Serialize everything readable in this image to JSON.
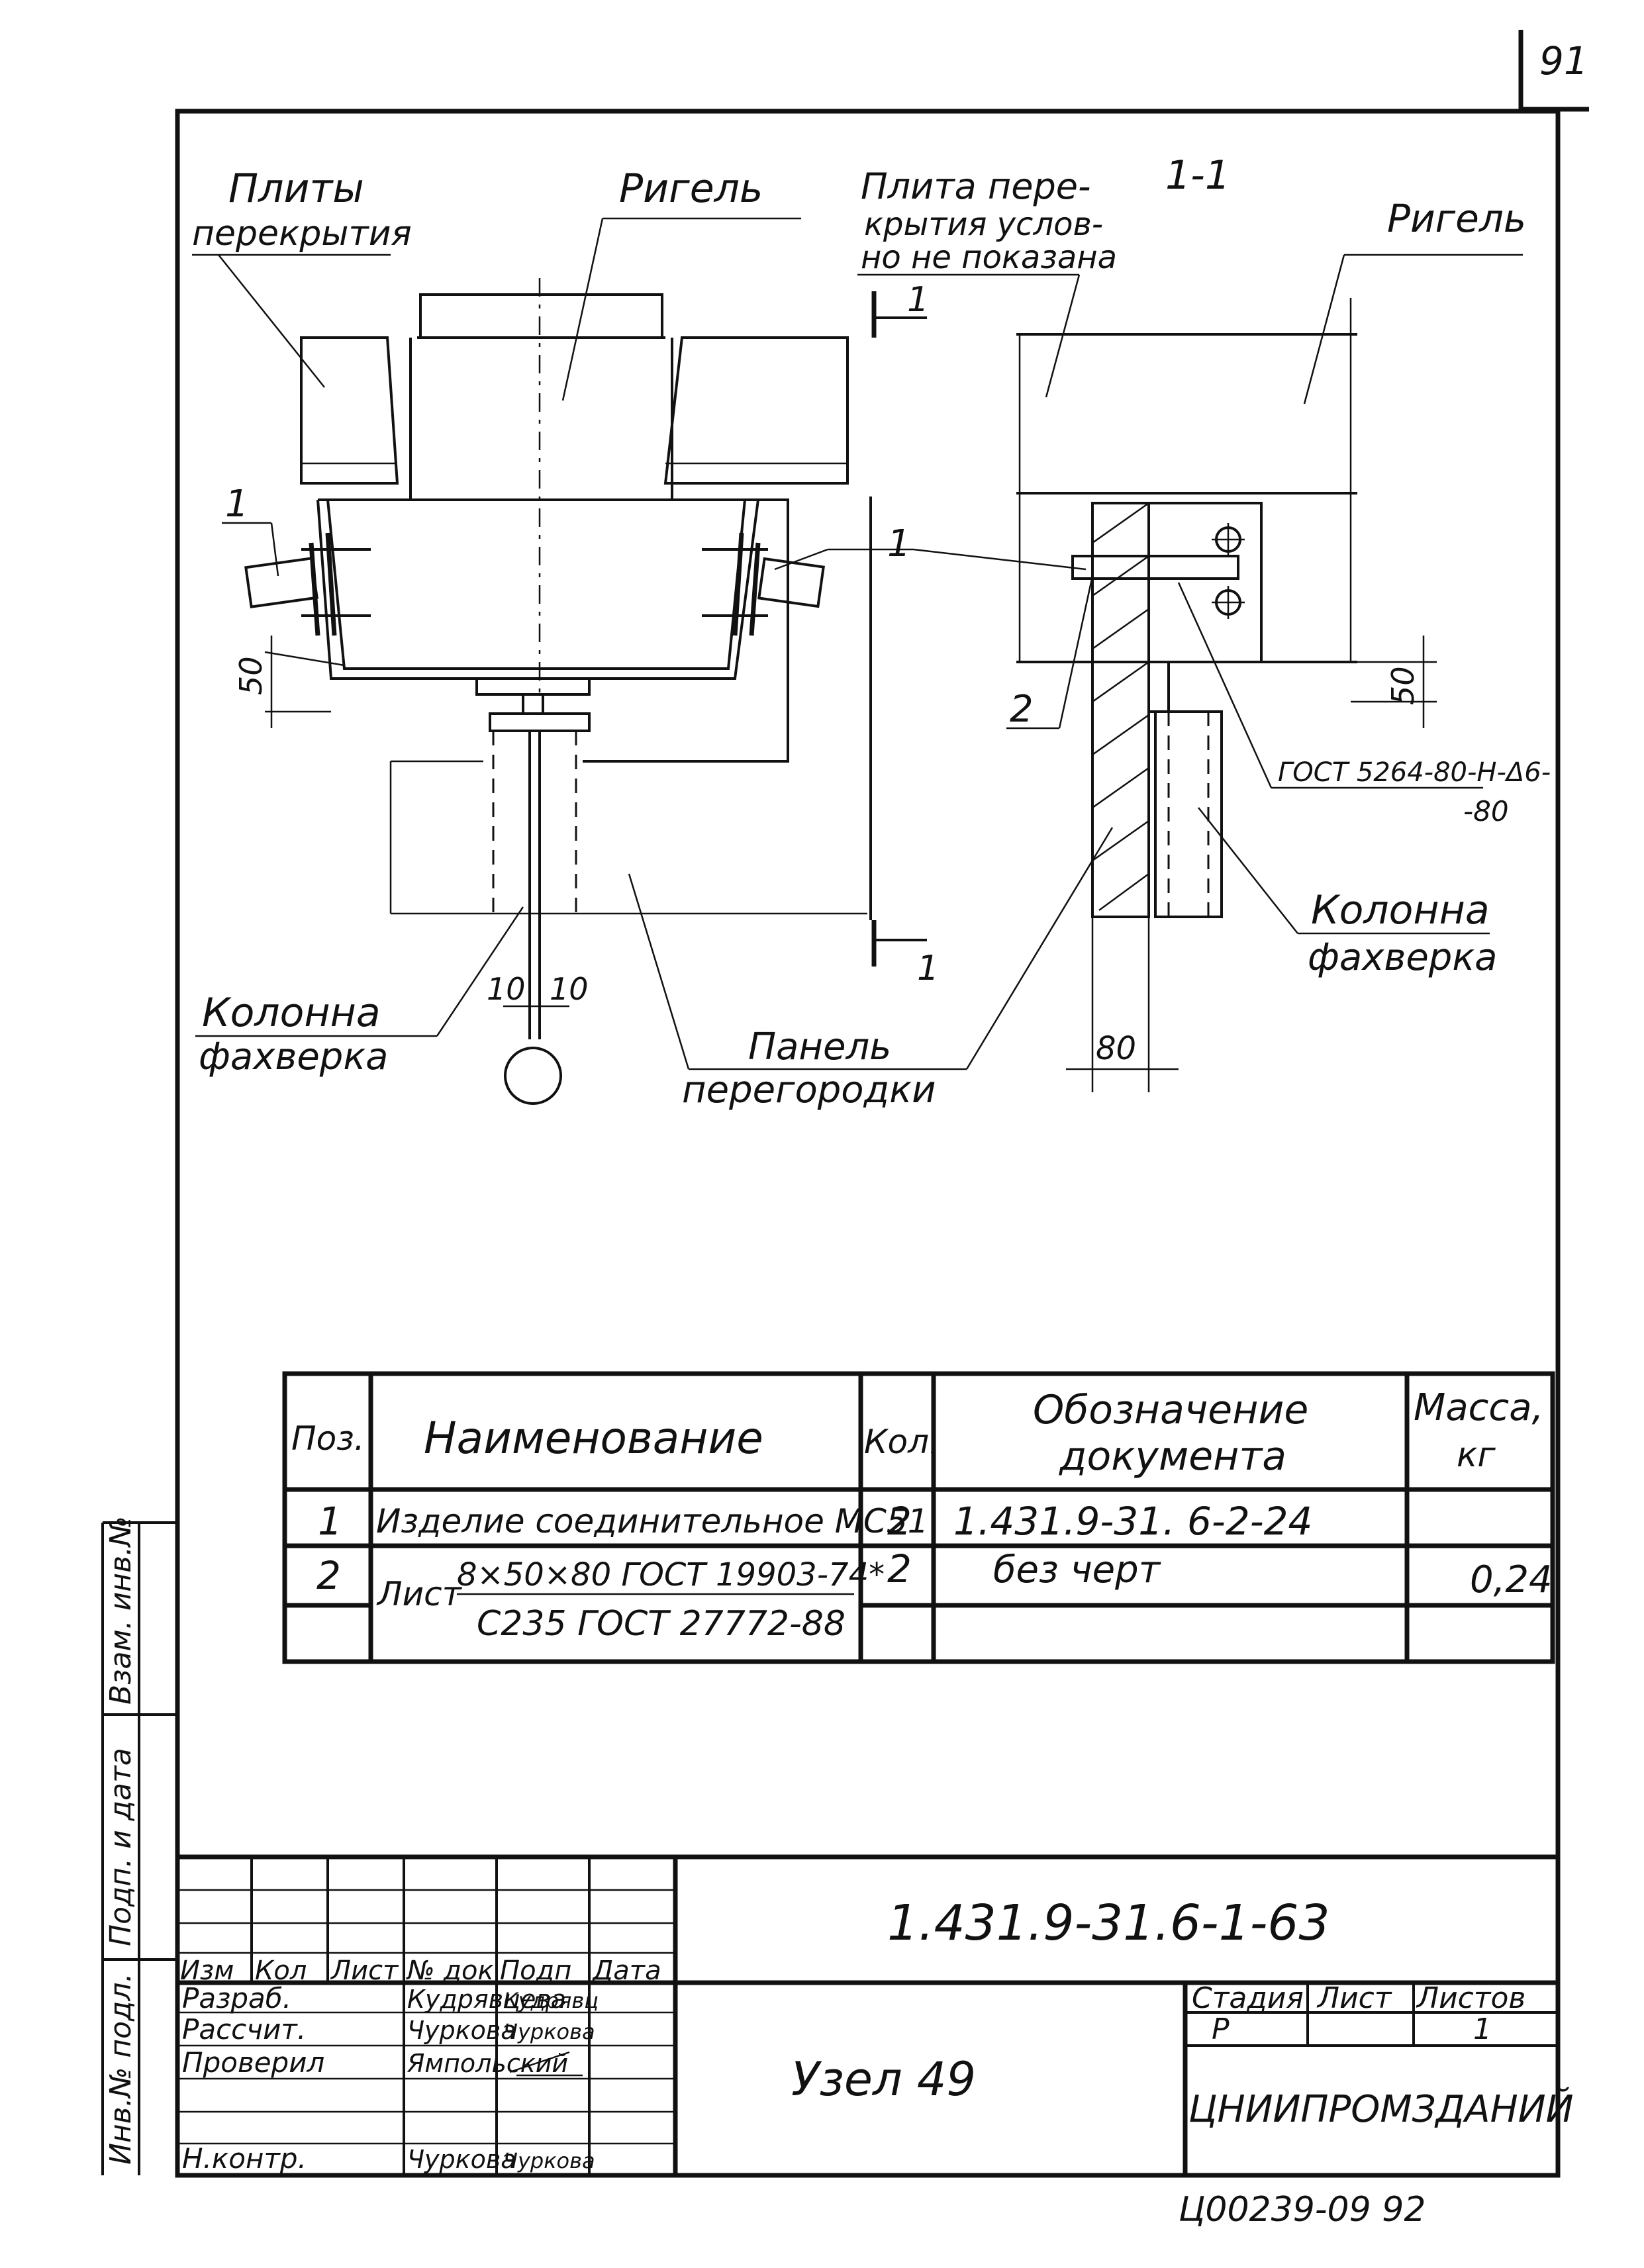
{
  "page_number": "91",
  "drawing": {
    "section_label": "1-1",
    "labels": {
      "slabs": [
        "Плиты",
        "перекрытия"
      ],
      "beam_left": "Ригель",
      "beam_right": "Ригель",
      "slab_note": [
        "Плита пере-",
        "крытия услов-",
        "но не показана"
      ],
      "weld": [
        "ГОСТ 5264-80-Н-Δ6-",
        "-80"
      ],
      "column_left": [
        "Колонна",
        "фахверка"
      ],
      "column_right": [
        "Колонна",
        "фахверка"
      ],
      "panel": [
        "Панель",
        "перегородки"
      ]
    },
    "positions": {
      "pos1": "1",
      "pos2": "2"
    },
    "section_mark": "1",
    "dimensions": {
      "dim50": "50",
      "dim10a": "10",
      "dim10b": "10",
      "dim80": "80"
    }
  },
  "spec_table": {
    "headers": [
      "Поз.",
      "Наименование",
      "Кол.",
      [
        "Обозначение",
        "документа"
      ],
      [
        "Масса,",
        "кг"
      ]
    ],
    "rows": [
      {
        "pos": "1",
        "name": "Изделие соединительное МС51",
        "qty": "2",
        "doc": "1.431.9-31. 6-2-24",
        "mass": ""
      },
      {
        "pos": "2",
        "name_prefix": "Лист",
        "name_top": "8×50×80 ГОСТ 19903-74*",
        "name_bottom": "С235 ГОСТ 27772-88",
        "qty": "2",
        "doc": "без черт",
        "mass": "0,24"
      }
    ]
  },
  "side_stamp": [
    "Инв.№ подл.",
    "Подп. и дата",
    "Взам. инв.№"
  ],
  "title_block": {
    "designation": "1.431.9-31.6-1-63",
    "title": "Узел 49",
    "col_headers": [
      "Изм",
      "Кол",
      "Лист",
      "№ док",
      "Подп",
      "Дата"
    ],
    "people": [
      {
        "role": "Разраб.",
        "name": "Кудрявцева",
        "sign": "Кудрявц"
      },
      {
        "role": "Рассчит.",
        "name": "Чуркова",
        "sign": "Чуркова"
      },
      {
        "role": "Проверил",
        "name": "Ямпольский",
        "sign": ""
      },
      {
        "role": "Н.контр.",
        "name": "Чуркова",
        "sign": "Чуркова"
      }
    ],
    "stage_headers": [
      "Стадия",
      "Лист",
      "Листов"
    ],
    "stage": "Р",
    "sheet": "",
    "sheets": "1",
    "organization": "ЦНИИПРОМЗДАНИЙ"
  },
  "archive_code": "Ц00239-09 92"
}
